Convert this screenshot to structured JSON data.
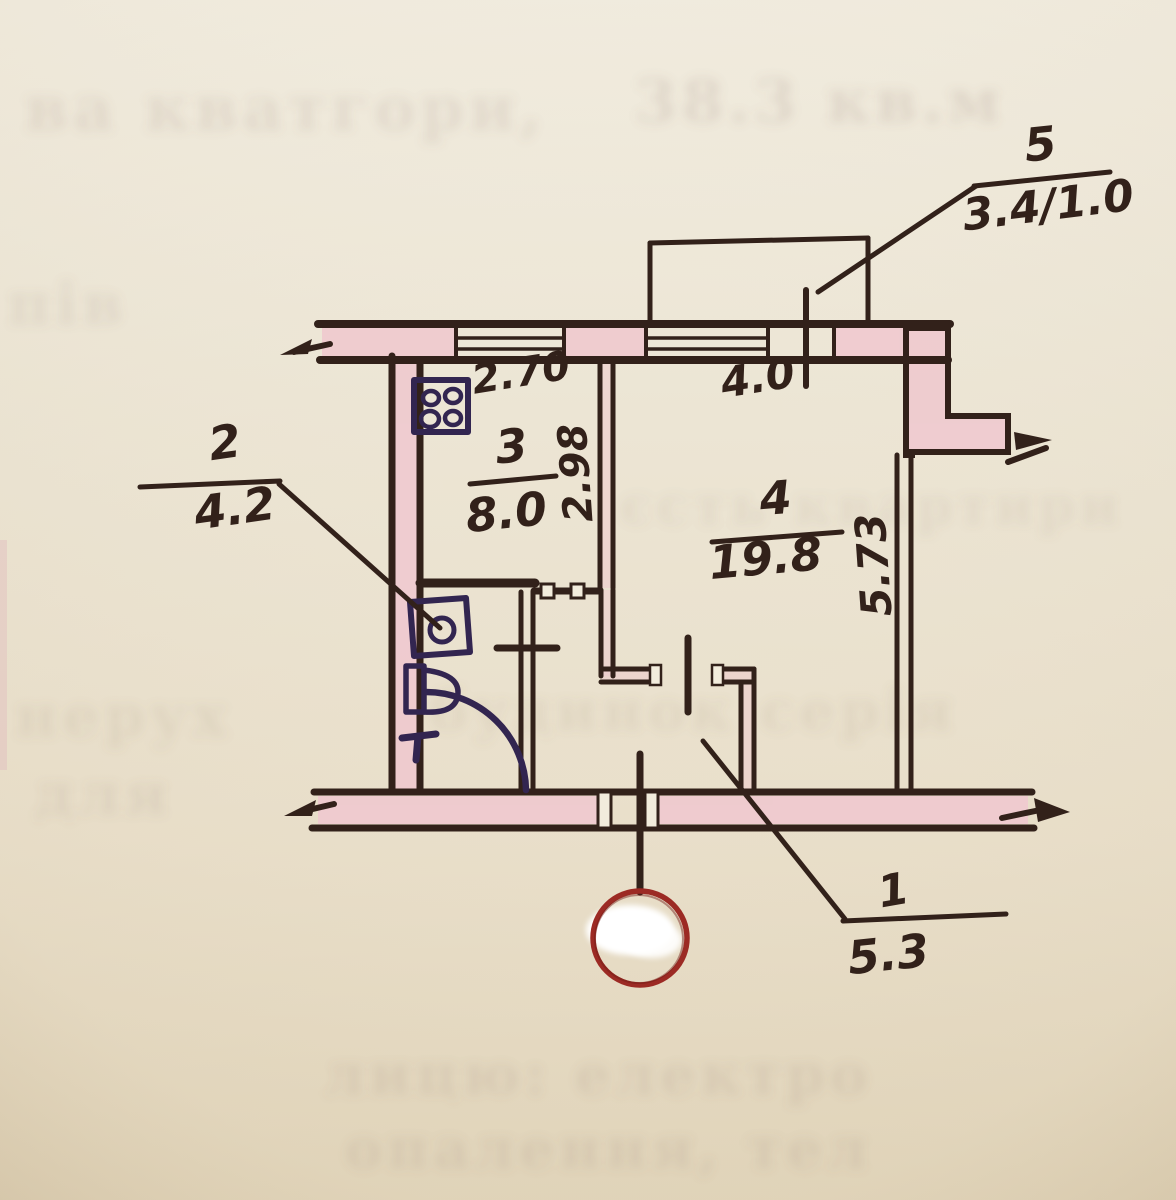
{
  "document": {
    "type_note": "scanned hand-drawn apartment floor plan with inventory stamp"
  },
  "labels": {
    "room1": {
      "number": "1",
      "value": "5.3"
    },
    "room2": {
      "number": "2",
      "value": "4.2"
    },
    "room3": {
      "number": "3",
      "value": "8.0"
    },
    "room4": {
      "number": "4",
      "value": "19.8"
    },
    "room5": {
      "number": "5",
      "value": "3.4/1.0"
    }
  },
  "dims": {
    "kitchen_width": "2.70",
    "kitchen_depth": "2.98",
    "living_width": "4.0",
    "living_depth": "5.73"
  },
  "colors": {
    "ink": "#32211a",
    "wall_fill": "#efc9cf",
    "fixture_ink": "#322550",
    "stamp_red": "#9c2a24",
    "paper": "#ebe2d0",
    "ghost_ink": "#8b7466"
  },
  "ghost_lines": [
    {
      "text": "ва кватгори,"
    },
    {
      "text": "38.3 кв.м"
    },
    {
      "text": "пів"
    },
    {
      "text": "єсть квартири"
    },
    {
      "text": "нерух"
    },
    {
      "text": "будинок серія"
    },
    {
      "text": "для"
    },
    {
      "text": "лицю:  електро"
    },
    {
      "text": "опалення, тел"
    }
  ]
}
